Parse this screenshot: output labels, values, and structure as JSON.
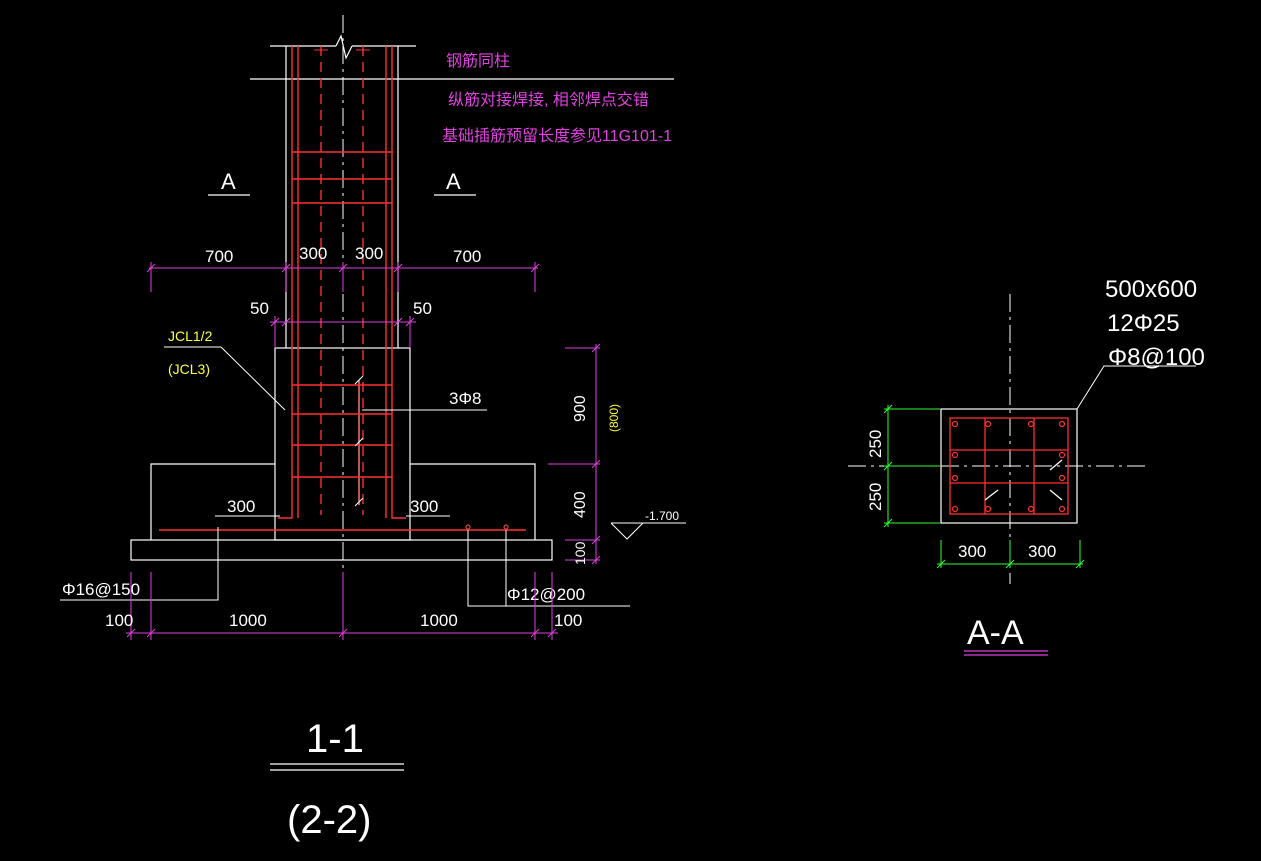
{
  "colors": {
    "background": "#000000",
    "outline": "#ffffff",
    "rebar": "#ff3030",
    "dimension": "#e040e0",
    "dimension_green": "#30ff30",
    "annotation_magenta": "#e040e0",
    "annotation_yellow": "#ffff40",
    "centerline": "#ffffff"
  },
  "notes": {
    "line1": "钢筋同柱",
    "line2": "纵筋对接焊接, 相邻焊点交错",
    "line3": "基础插筋预留长度参见11G101-1"
  },
  "section_marks": {
    "left": "A",
    "right": "A"
  },
  "top_dims": {
    "d1": "700",
    "d2": "300",
    "d3": "300",
    "d4": "700",
    "gap_left": "50",
    "gap_right": "50"
  },
  "beam_labels": {
    "primary": "JCL1/2",
    "secondary": "(JCL3)"
  },
  "stirrup_label": "3Φ8",
  "side_dims": {
    "h1": "900",
    "h1_alt": "(800)",
    "h2": "400",
    "h3": "100"
  },
  "elevation": "-1.700",
  "inner_dims": {
    "left": "300",
    "right": "300"
  },
  "rebar_labels": {
    "bottom_left": "Φ16@150",
    "bottom_right": "Φ12@200"
  },
  "bottom_dims": {
    "b1": "100",
    "b2": "1000",
    "b3": "1000",
    "b4": "100"
  },
  "section_title": {
    "main": "1-1",
    "alt": "(2-2)"
  },
  "section_aa": {
    "size": "500x600",
    "main_bars": "12Φ25",
    "stirrups": "Φ8@100",
    "dim_v1": "250",
    "dim_v2": "250",
    "dim_h1": "300",
    "dim_h2": "300",
    "title": "A-A"
  }
}
